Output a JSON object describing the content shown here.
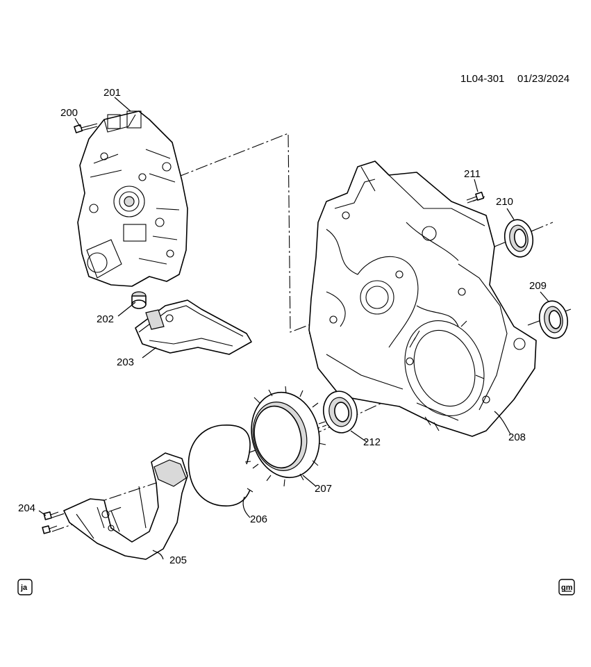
{
  "header": {
    "ref_code": "1L04-301",
    "date": "01/23/2024"
  },
  "callouts": {
    "c200": "200",
    "c201": "201",
    "c202": "202",
    "c203": "203",
    "c204": "204",
    "c205": "205",
    "c206": "206",
    "c207": "207",
    "c208": "208",
    "c209": "209",
    "c210": "210",
    "c211": "211",
    "c212": "212"
  },
  "corner_left": {
    "text": "ja",
    "icon": "ja-badge-icon"
  },
  "corner_right": {
    "text": "gm",
    "icon": "gm-logo-icon"
  }
}
